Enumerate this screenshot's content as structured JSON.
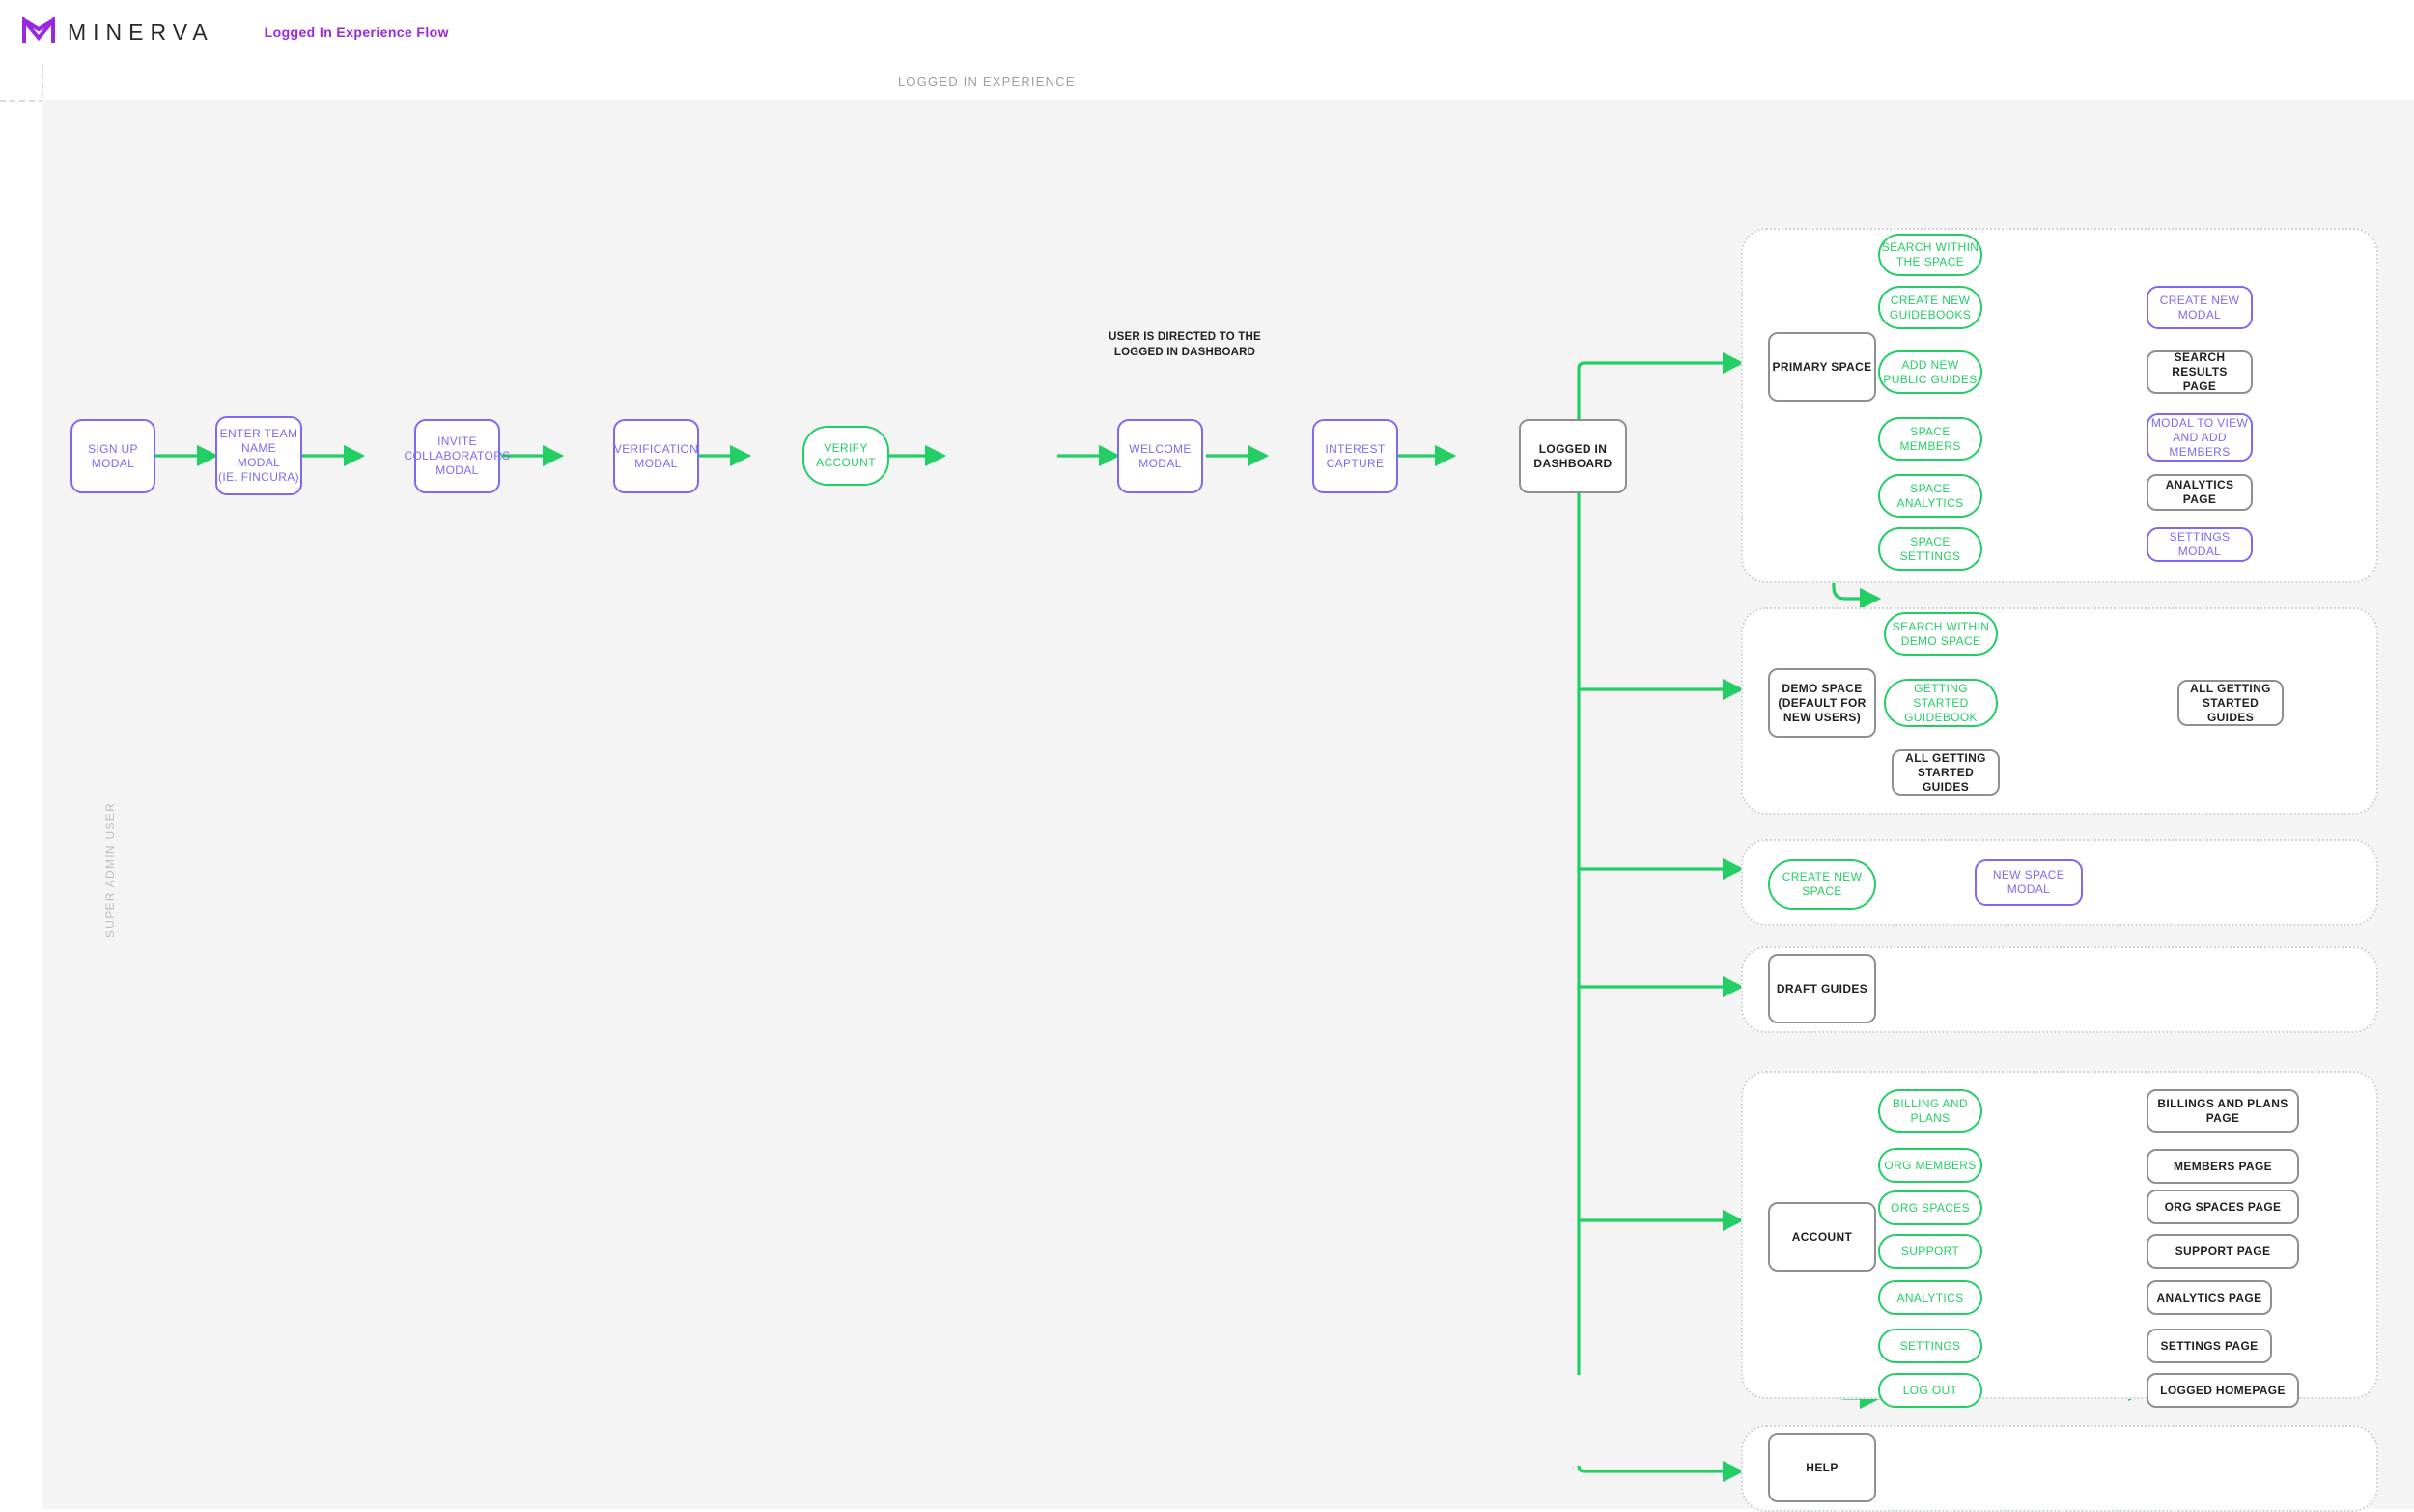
{
  "header": {
    "logo_icon": "minerva-logo-icon",
    "brand": "MINERVA",
    "flow_title": "Logged In Experience Flow",
    "brand_color": "#9b27e0"
  },
  "section": {
    "banner_label": "LOGGED IN EXPERIENCE",
    "lane_label": "SUPER ADMIN USER"
  },
  "colors": {
    "modal_purple": "#7a6bf2",
    "action_green": "#23cf64",
    "page_gray": "#8d9095",
    "canvas": "#f4f4f4",
    "panel": "#ffffff"
  },
  "main_flow": {
    "note": "USER IS DIRECTED TO THE\nLOGGED IN DASHBOARD",
    "steps": [
      {
        "label": "SIGN UP\nMODAL",
        "kind": "modal"
      },
      {
        "label": "ENTER TEAM\nNAME\nMODAL\n(IE. FINCURA)",
        "kind": "modal"
      },
      {
        "label": "INVITE\nCOLLABORATORS\nMODAL",
        "kind": "modal"
      },
      {
        "label": "VERIFICATION\nMODAL",
        "kind": "modal"
      },
      {
        "label": "VERIFY\nACCOUNT",
        "kind": "action"
      },
      {
        "label": "WELCOME\nMODAL",
        "kind": "modal"
      },
      {
        "label": "INTEREST\nCAPTURE",
        "kind": "modal"
      },
      {
        "label": "LOGGED IN\nDASHBOARD",
        "kind": "page"
      }
    ]
  },
  "panels": [
    {
      "id": "primary-space",
      "source": {
        "label": "PRIMARY SPACE",
        "kind": "page"
      },
      "rows": [
        {
          "action": "SEARCH WITHIN\nTHE SPACE",
          "target": null
        },
        {
          "action": "CREATE NEW\nGUIDEBOOKS",
          "target": {
            "label": "CREATE NEW\nMODAL",
            "kind": "modal"
          }
        },
        {
          "action": "ADD NEW\nPUBLIC GUIDES",
          "target": {
            "label": "SEARCH RESULTS\nPAGE",
            "kind": "page"
          }
        },
        {
          "action": "SPACE\nMEMBERS",
          "target": {
            "label": "MODAL TO VIEW\nAND ADD\nMEMBERS",
            "kind": "modal"
          }
        },
        {
          "action": "SPACE\nANALYTICS",
          "target": {
            "label": "ANALYTICS PAGE",
            "kind": "page"
          }
        },
        {
          "action": "SPACE\nSETTINGS",
          "target": {
            "label": "SETTINGS MODAL",
            "kind": "modal"
          }
        }
      ]
    },
    {
      "id": "demo-space",
      "source": {
        "label": "DEMO SPACE\n(DEFAULT FOR\nNEW USERS)",
        "kind": "page"
      },
      "rows": [
        {
          "action": "SEARCH WITHIN\nDEMO SPACE",
          "target": null
        },
        {
          "action": "GETTING STARTED\nGUIDEBOOK",
          "target": {
            "label": "ALL GETTING\nSTARTED GUIDES",
            "kind": "page"
          }
        },
        {
          "action": null,
          "direct_target": {
            "label": "ALL GETTING\nSTARTED GUIDES",
            "kind": "page"
          }
        }
      ]
    },
    {
      "id": "create-new-space",
      "source": null,
      "rows": [
        {
          "action": "CREATE NEW\nSPACE",
          "target": {
            "label": "NEW SPACE\nMODAL",
            "kind": "modal"
          }
        }
      ]
    },
    {
      "id": "draft-guides",
      "source": {
        "label": "DRAFT GUIDES",
        "kind": "page"
      },
      "rows": []
    },
    {
      "id": "account",
      "source": {
        "label": "ACCOUNT",
        "kind": "page"
      },
      "rows": [
        {
          "action": "BILLING AND\nPLANS",
          "target": {
            "label": "BILLINGS AND PLANS\nPAGE",
            "kind": "page"
          }
        },
        {
          "action": "ORG MEMBERS",
          "target": {
            "label": "MEMBERS PAGE",
            "kind": "page"
          }
        },
        {
          "action": "ORG SPACES",
          "target": {
            "label": "ORG SPACES PAGE",
            "kind": "page"
          }
        },
        {
          "action": "SUPPORT",
          "target": {
            "label": "SUPPORT PAGE",
            "kind": "page"
          }
        },
        {
          "action": "ANALYTICS",
          "target": {
            "label": "ANALYTICS PAGE",
            "kind": "page"
          }
        },
        {
          "action": "SETTINGS",
          "target": {
            "label": "SETTINGS PAGE",
            "kind": "page"
          }
        },
        {
          "action": "LOG OUT",
          "target": {
            "label": "LOGGED HOMEPAGE",
            "kind": "page"
          }
        }
      ]
    },
    {
      "id": "help",
      "source": {
        "label": "HELP",
        "kind": "page"
      },
      "rows": []
    }
  ]
}
